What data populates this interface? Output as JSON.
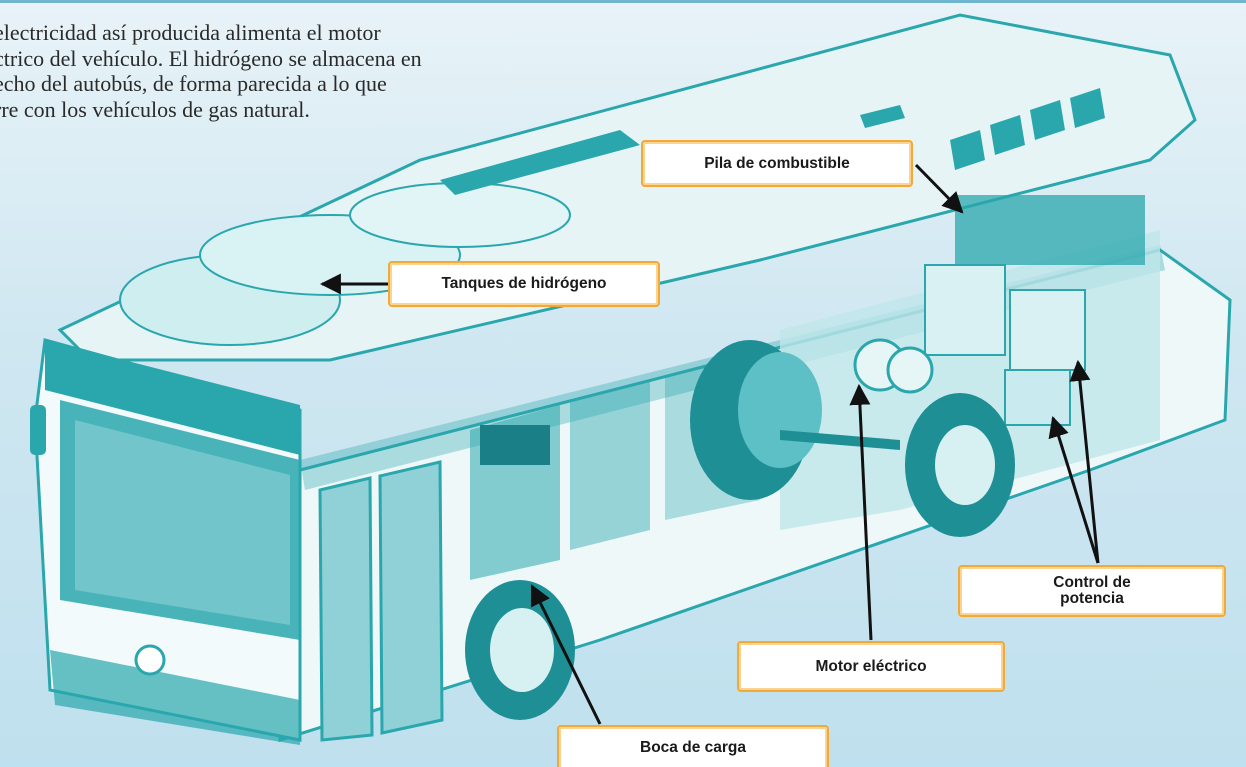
{
  "intro_text": {
    "line1": "electricidad así producida alimenta el motor",
    "line2": "ctrico del vehículo. El hidrógeno se almacena en",
    "line3": "echo del autobús, de forma parecida a lo que",
    "line4": "rre con los vehículos de gas natural."
  },
  "callouts": {
    "pila": "Pila de combustible",
    "tanques": "Tanques de hidrógeno",
    "control_line1": "Control de",
    "control_line2": "potencia",
    "motor": "Motor eléctrico",
    "boca": "Boca de carga"
  },
  "colors": {
    "bus_teal": "#2aa7ad",
    "bus_light": "#e9f5f7",
    "callout_border": "#f2a93b",
    "arrow": "#111111"
  }
}
